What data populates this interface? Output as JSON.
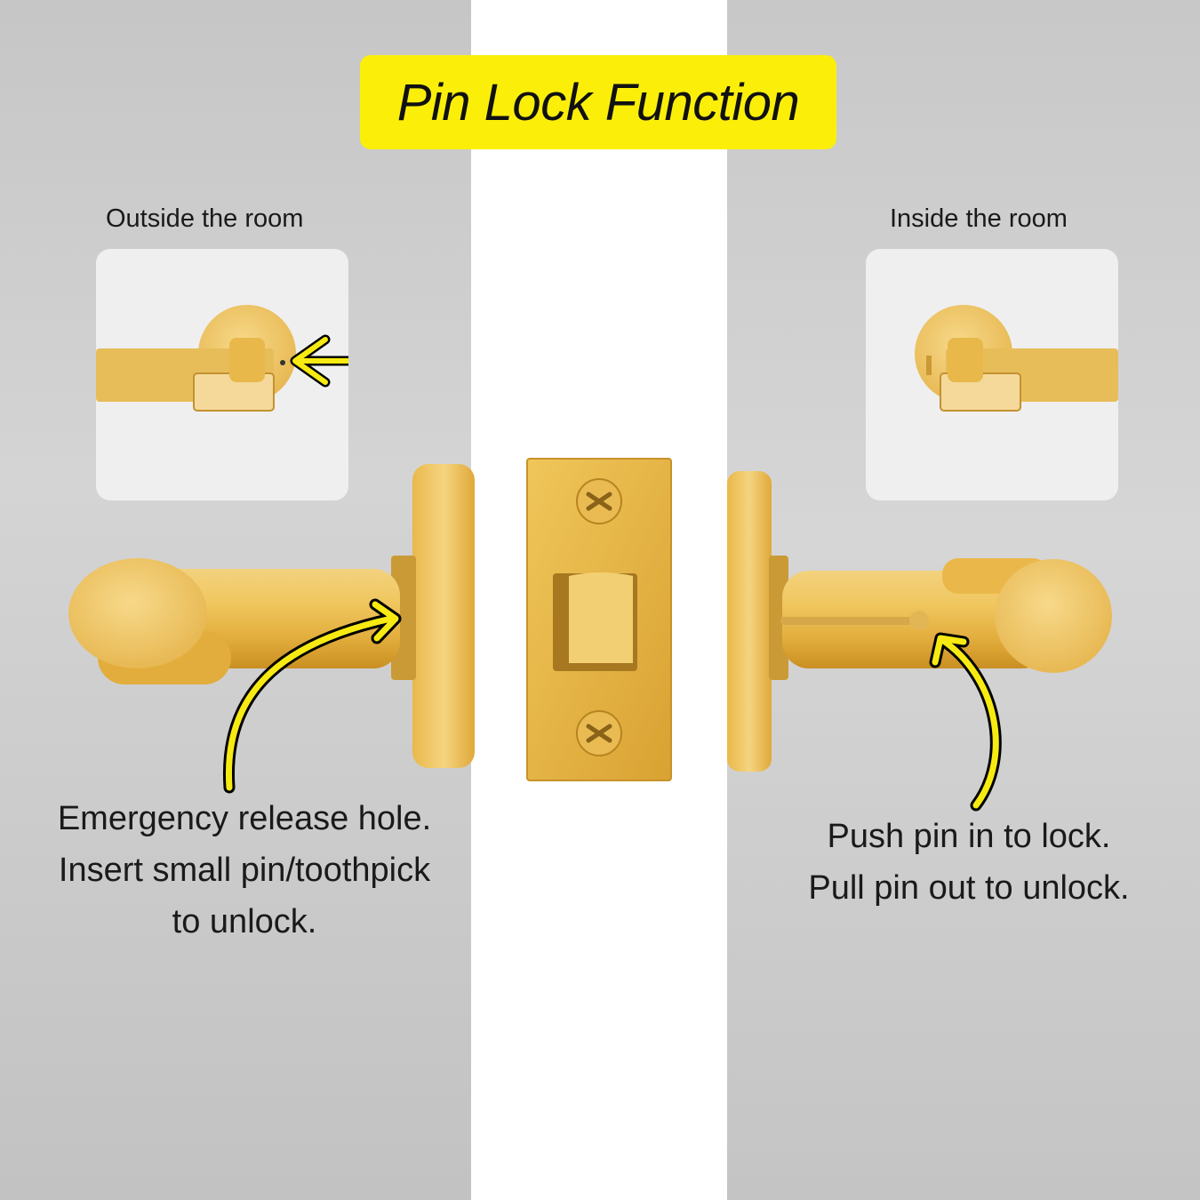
{
  "title": "Pin Lock Function",
  "labels": {
    "outside": "Outside the room",
    "inside": "Inside the room"
  },
  "captions": {
    "left": [
      "Emergency release hole.",
      "Insert small pin/toothpick",
      "to unlock."
    ],
    "right": [
      "Push pin in to lock.",
      "Pull pin out to unlock."
    ]
  },
  "colors": {
    "banner": "#fbef0a",
    "brass": "#e8b94a",
    "arrow": "#f7ea12",
    "center_panel": "#ffffff"
  },
  "icons": {
    "banner_icon": "none",
    "arrows": "curved-callout-arrow-icon"
  }
}
